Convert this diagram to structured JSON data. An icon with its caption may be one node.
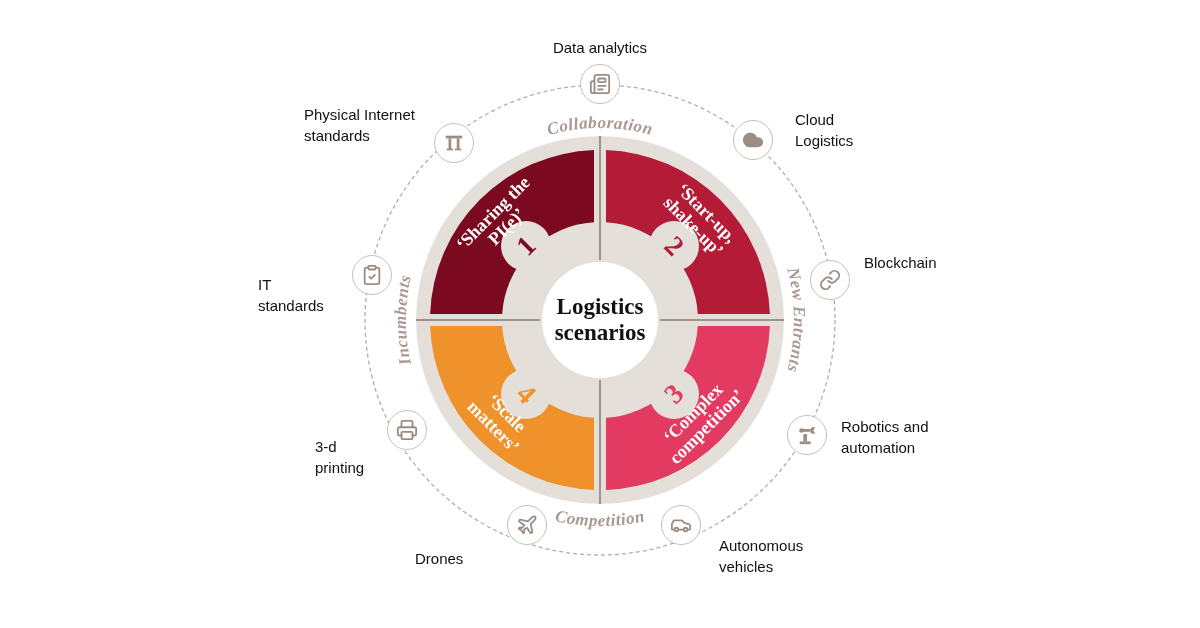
{
  "diagram": {
    "nodes": [
      {
        "text": [
          "Logistics scenarios"
        ]
      },
      {
        "text": [
          "1",
          "‘Sharing the PI(e)’"
        ]
      },
      {
        "text": [
          "2",
          "‘Start-up, shake-up’"
        ]
      },
      {
        "text": [
          "3",
          "‘Complex competition’"
        ]
      },
      {
        "text": [
          "4",
          "‘Scale matters’"
        ]
      },
      {
        "text": [
          "Data analytics"
        ]
      },
      {
        "text": [
          "Cloud Logistics"
        ]
      },
      {
        "text": [
          "Blockchain"
        ]
      },
      {
        "text": [
          "Robotics and automation"
        ]
      },
      {
        "text": [
          "Autonomous vehicles"
        ]
      },
      {
        "text": [
          "Drones"
        ]
      },
      {
        "text": [
          "3-d printing"
        ]
      },
      {
        "text": [
          "IT standards"
        ]
      },
      {
        "text": [
          "Physical Internet standards"
        ]
      }
    ],
    "labels": [
      "Collaboration",
      "New Entrants",
      "Competition",
      "Incumbents"
    ]
  }
}
